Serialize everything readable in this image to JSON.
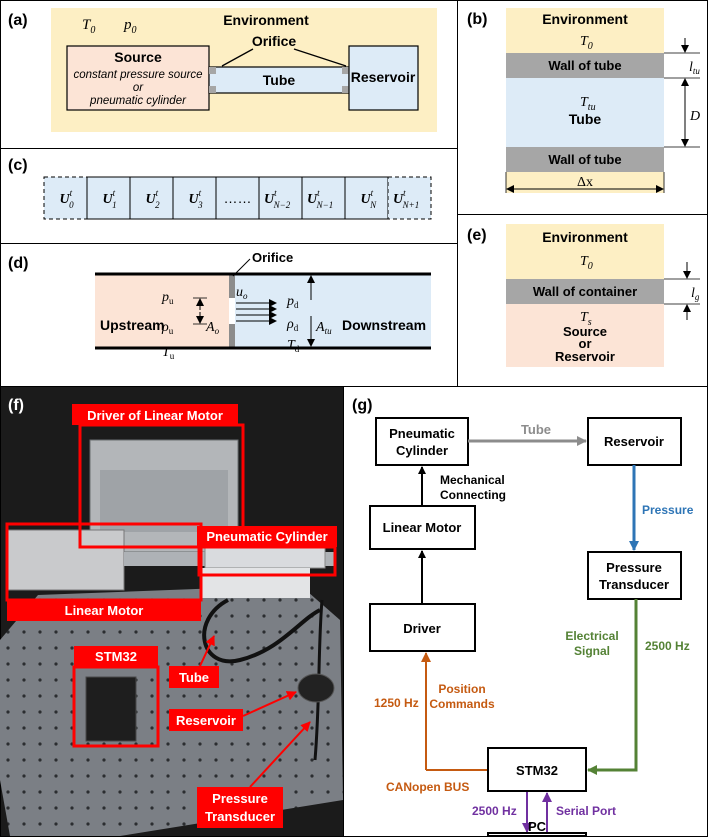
{
  "panels": {
    "a": {
      "label": "(a)",
      "environment": "Environment",
      "T0": "T",
      "T0_sub": "0",
      "p0": "p",
      "p0_sub": "0",
      "orifice": "Orifice",
      "source_title": "Source",
      "source_line1": "constant pressure source",
      "source_line2": "or",
      "source_line3": "pneumatic cylinder",
      "tube": "Tube",
      "reservoir": "Reservoir"
    },
    "b": {
      "label": "(b)",
      "environment": "Environment",
      "T0": "T",
      "T0_sub": "0",
      "wall_top": "Wall of tube",
      "wall_bottom": "Wall of tube",
      "Ttu": "T",
      "Ttu_sub": "tu",
      "tube": "Tube",
      "ltu": "l",
      "ltu_sub": "tu",
      "D": "D",
      "dx": "Δx"
    },
    "c": {
      "label": "(c)",
      "cells": [
        {
          "sub": "0",
          "ghost": true
        },
        {
          "sub": "1",
          "ghost": false
        },
        {
          "sub": "2",
          "ghost": false
        },
        {
          "sub": "3",
          "ghost": false
        },
        {
          "dots": "……",
          "ghost": false
        },
        {
          "sub": "N−2",
          "ghost": false
        },
        {
          "sub": "N−1",
          "ghost": false
        },
        {
          "sub": "N",
          "ghost": false
        },
        {
          "sub": "N+1",
          "ghost": true
        }
      ],
      "symbol": "U",
      "sup": "t"
    },
    "d": {
      "label": "(d)",
      "orifice": "Orifice",
      "upstream": "Upstream",
      "downstream": "Downstream",
      "pu": "p",
      "pu_sub": "u",
      "rhou": "ρ",
      "rhou_sub": "u",
      "Tu": "T",
      "Tu_sub": "u",
      "Ao": "A",
      "Ao_sub": "o",
      "uo": "u",
      "uo_sub": "o",
      "pd": "p",
      "pd_sub": "d",
      "rhod": "ρ",
      "rhod_sub": "d",
      "Td": "T",
      "Td_sub": "d",
      "Atu": "A",
      "Atu_sub": "tu"
    },
    "e": {
      "label": "(e)",
      "environment": "Environment",
      "T0": "T",
      "T0_sub": "0",
      "wall": "Wall of container",
      "lg": "l",
      "lg_sub": "g",
      "Ts": "T",
      "Ts_sub": "s",
      "line1": "Source",
      "line2": "or",
      "line3": "Reservoir"
    },
    "f": {
      "label": "(f)",
      "driver": "Driver of Linear Motor",
      "pneumatic": "Pneumatic Cylinder",
      "linear_motor": "Linear Motor",
      "stm32": "STM32",
      "tube": "Tube",
      "reservoir": "Reservoir",
      "pressure_line1": "Pressure",
      "pressure_line2": "Transducer"
    },
    "g": {
      "label": "(g)",
      "pneumatic_line1": "Pneumatic",
      "pneumatic_line2": "Cylinder",
      "tube": "Tube",
      "reservoir": "Reservoir",
      "mech_line1": "Mechanical",
      "mech_line2": "Connecting",
      "linear_motor": "Linear Motor",
      "pressure": "Pressure",
      "transducer_line1": "Pressure",
      "transducer_line2": "Transducer",
      "driver": "Driver",
      "electrical_line1": "Electrical",
      "electrical_line2": "Signal",
      "hz2500_right": "2500 Hz",
      "hz1250": "1250 Hz",
      "position_line1": "Position",
      "position_line2": "Commands",
      "stm32": "STM32",
      "canopen": "CANopen BUS",
      "hz2500_left": "2500 Hz",
      "serial": "Serial Port",
      "pc": "PC"
    }
  },
  "colors": {
    "environment": "#fdefc4",
    "source": "#fce4d6",
    "tube": "#ddebf7",
    "wall": "#a6a6a6",
    "red": "#ff0000",
    "gray_arrow": "#8c8c8c",
    "blue_arrow": "#2e75b6",
    "green_arrow": "#548235",
    "orange_arrow": "#c55a11",
    "purple_arrow": "#7030a0"
  }
}
